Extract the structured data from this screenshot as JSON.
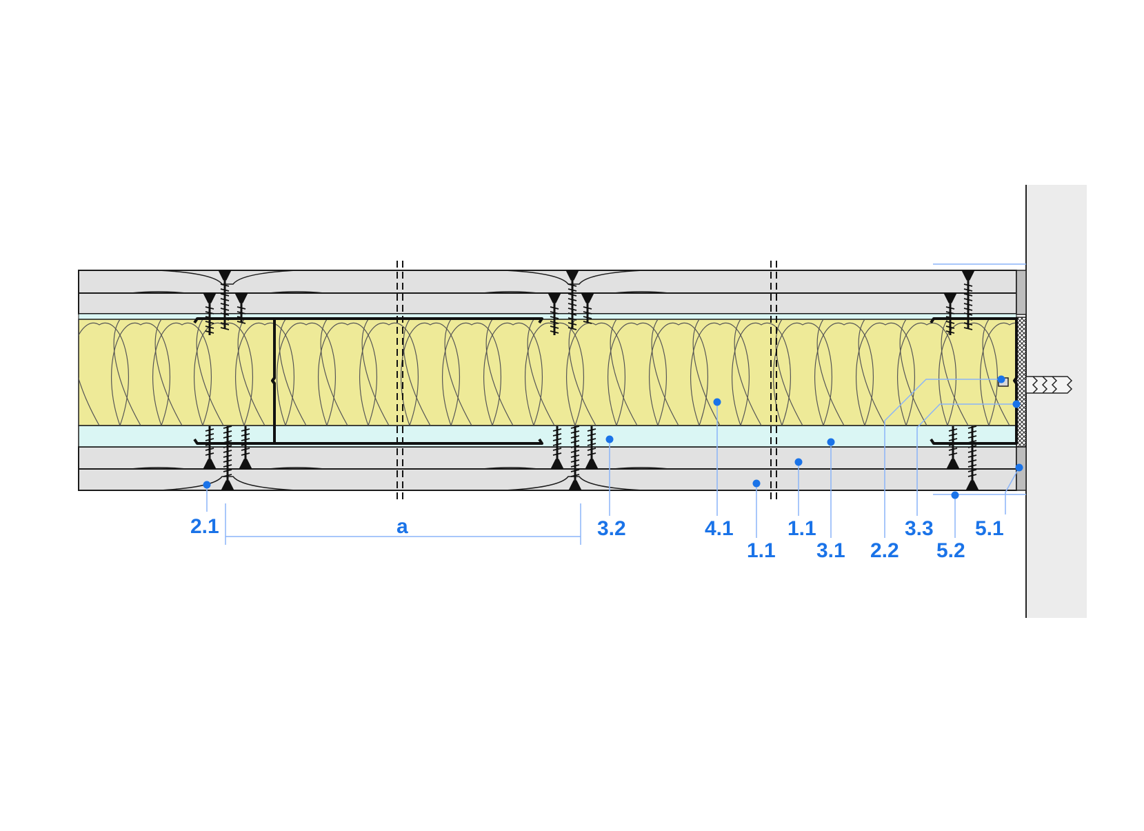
{
  "colors": {
    "board": "#e1e1e1",
    "board_edge": "#1a1a1a",
    "insulation": "#eeea98",
    "air_gap": "#daf6f4",
    "wall": "#ececec",
    "profile": "#111111",
    "callout": "#1a73e8",
    "callout_line": "#8ab4f8"
  },
  "labels": {
    "l21": "2.1",
    "la": "a",
    "l32": "3.2",
    "l41": "4.1",
    "l11a": "1.1",
    "l11b": "1.1",
    "l31": "3.1",
    "l22": "2.2",
    "l33": "3.3",
    "l52": "5.2",
    "l51": "5.1"
  }
}
